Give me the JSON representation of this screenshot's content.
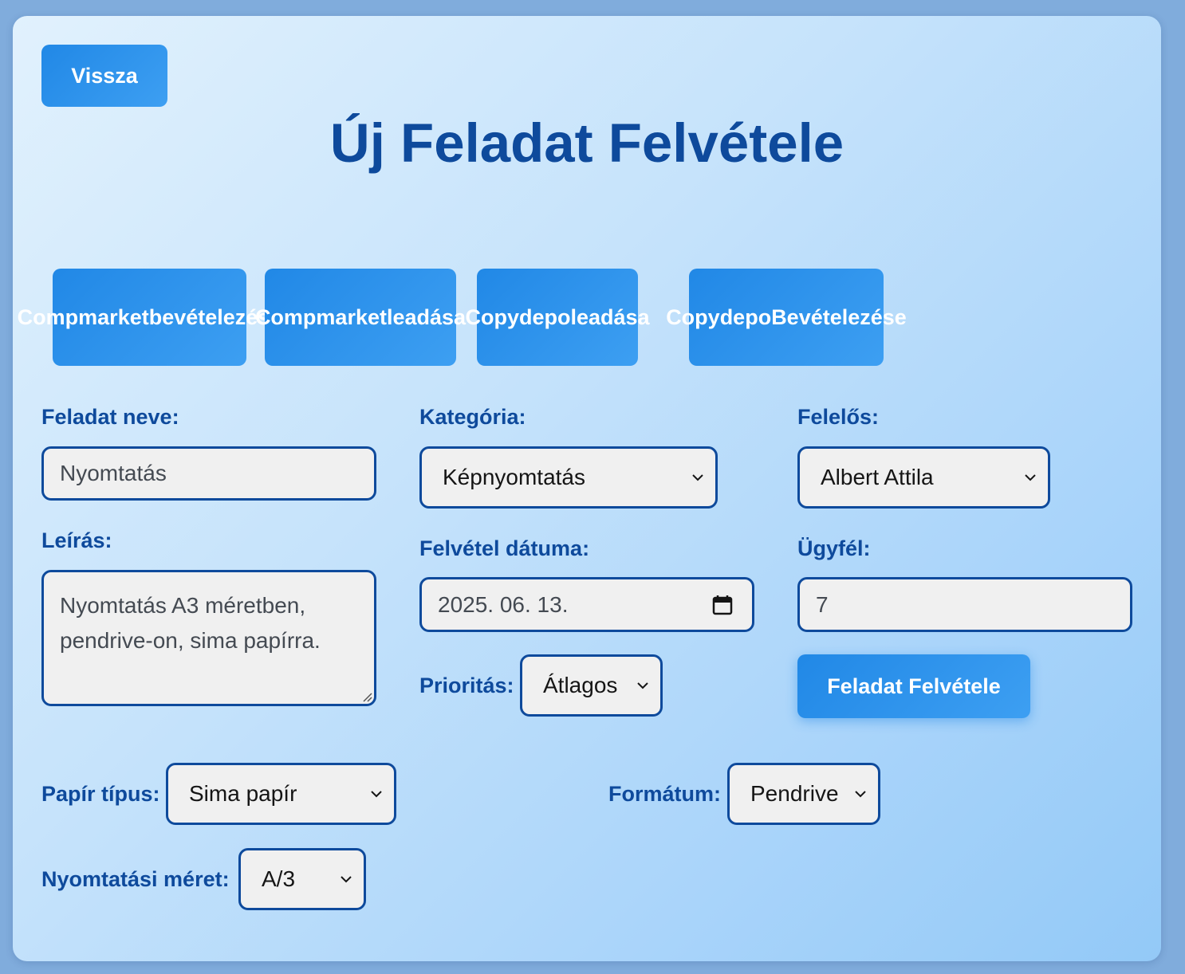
{
  "nav": {
    "back_label": "Vissza"
  },
  "page": {
    "title": "Új Feladat Felvétele"
  },
  "quick_actions": [
    {
      "line1": "Compmarket",
      "line2": "bevételezése"
    },
    {
      "line1": "Compmarket",
      "line2": "leadása"
    },
    {
      "line1": "Copydepo",
      "line2": "leadása"
    },
    {
      "line1": "Copydepo",
      "line2": "Bevételezése"
    }
  ],
  "form": {
    "task_name": {
      "label": "Feladat neve:",
      "value": "Nyomtatás"
    },
    "description": {
      "label": "Leírás:",
      "value": "Nyomtatás A3 méretben,\npendrive-on, sima papírra."
    },
    "category": {
      "label": "Kategória:",
      "selected": "Képnyomtatás"
    },
    "responsible": {
      "label": "Felelős:",
      "selected": "Albert Attila"
    },
    "date": {
      "label": "Felvétel dátuma:",
      "value": "2025. 06. 13."
    },
    "client": {
      "label": "Ügyfél:",
      "value": "7"
    },
    "priority": {
      "label": "Prioritás:",
      "selected": "Átlagos"
    },
    "submit_label": "Feladat Felvétele",
    "paper_type": {
      "label": "Papír típus:",
      "selected": "Sima papír"
    },
    "format": {
      "label": "Formátum:",
      "selected": "Pendrive"
    },
    "print_size": {
      "label": "Nyomtatási méret:",
      "selected": "A/3"
    }
  },
  "colors": {
    "accent": "#2188e6",
    "label": "#0e4a9c",
    "field_bg": "#f0f0f0"
  },
  "icons": {
    "dropdown": "chevron-down-icon",
    "date": "calendar-icon",
    "resize": "resize-handle-icon"
  }
}
